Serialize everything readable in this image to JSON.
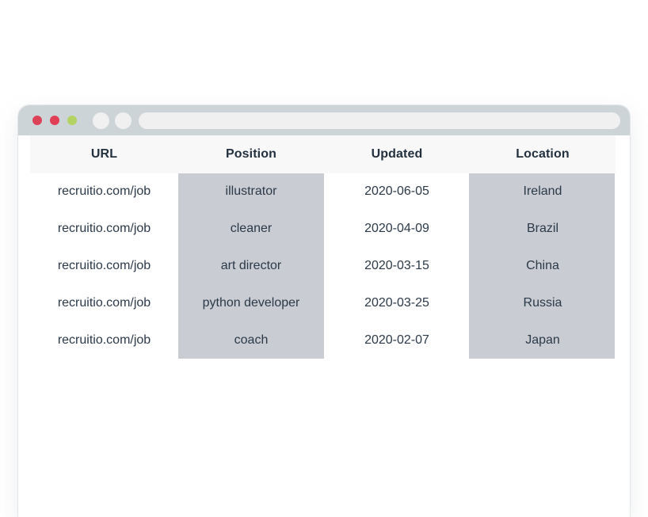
{
  "window": {
    "traffic_lights": [
      {
        "name": "close",
        "color": "#dc4257"
      },
      {
        "name": "minimize",
        "color": "#e03f55"
      },
      {
        "name": "maximize",
        "color": "#b2d362"
      }
    ],
    "nav": [
      {
        "name": "back",
        "label": ""
      },
      {
        "name": "forward",
        "label": ""
      }
    ],
    "address_bar": {
      "value": "",
      "placeholder": ""
    },
    "chrome_color": "#ccd4d7"
  },
  "table": {
    "columns": [
      {
        "key": "url",
        "label": "URL",
        "highlighted": false
      },
      {
        "key": "position",
        "label": "Position",
        "highlighted": true
      },
      {
        "key": "updated",
        "label": "Updated",
        "highlighted": false
      },
      {
        "key": "location",
        "label": "Location",
        "highlighted": true
      }
    ],
    "header_background": "#f8f8f9",
    "highlight_color": "#c9ccd2",
    "rows": [
      {
        "url": "recruitio.com/job",
        "position": "illustrator",
        "updated": "2020-06-05",
        "location": "Ireland"
      },
      {
        "url": "recruitio.com/job",
        "position": "cleaner",
        "updated": "2020-04-09",
        "location": "Brazil"
      },
      {
        "url": "recruitio.com/job",
        "position": "art director",
        "updated": "2020-03-15",
        "location": "China"
      },
      {
        "url": "recruitio.com/job",
        "position": "python developer",
        "updated": "2020-03-25",
        "location": "Russia"
      },
      {
        "url": "recruitio.com/job",
        "position": "coach",
        "updated": "2020-02-07",
        "location": "Japan"
      }
    ]
  }
}
